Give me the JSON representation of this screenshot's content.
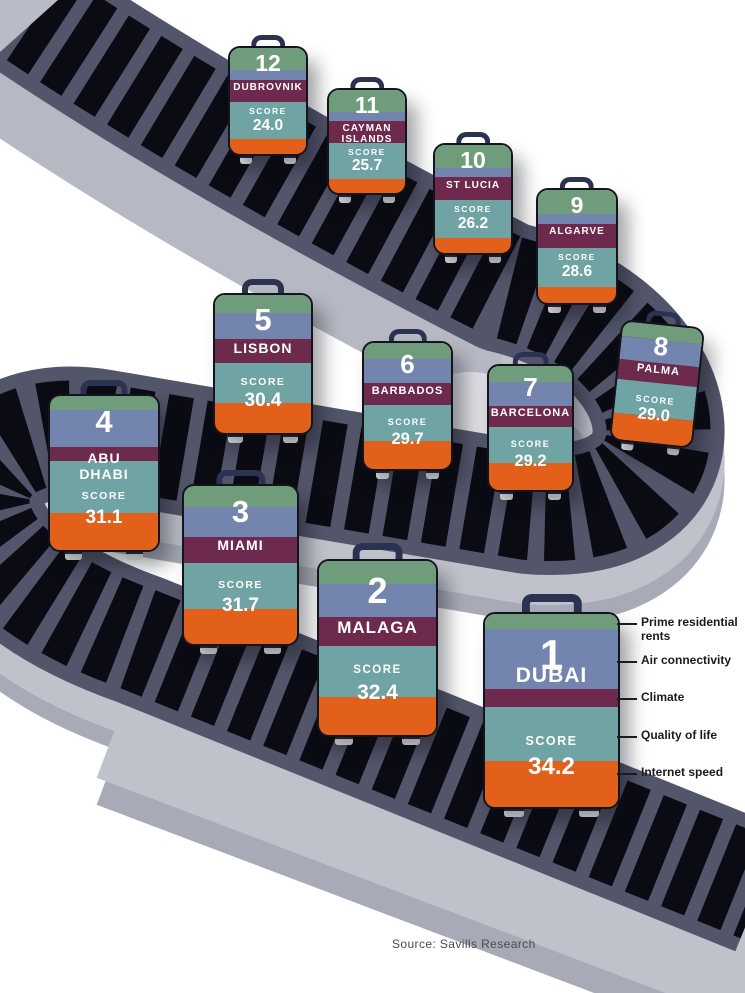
{
  "cases": [
    {
      "rank": "1",
      "city": "DUBAI",
      "score_label": "SCORE",
      "score": "34.2"
    },
    {
      "rank": "2",
      "city": "MALAGA",
      "score_label": "SCORE",
      "score": "32.4"
    },
    {
      "rank": "3",
      "city": "MIAMI",
      "score_label": "SCORE",
      "score": "31.7"
    },
    {
      "rank": "4",
      "city": "ABU DHABI",
      "score_label": "SCORE",
      "score": "31.1"
    },
    {
      "rank": "5",
      "city": "LISBON",
      "score_label": "SCORE",
      "score": "30.4"
    },
    {
      "rank": "6",
      "city": "BARBADOS",
      "score_label": "SCORE",
      "score": "29.7"
    },
    {
      "rank": "7",
      "city": "BARCELONA",
      "score_label": "SCORE",
      "score": "29.2"
    },
    {
      "rank": "8",
      "city": "PALMA",
      "score_label": "SCORE",
      "score": "29.0"
    },
    {
      "rank": "9",
      "city": "ALGARVE",
      "score_label": "SCORE",
      "score": "28.6"
    },
    {
      "rank": "10",
      "city": "ST LUCIA",
      "score_label": "SCORE",
      "score": "26.2"
    },
    {
      "rank": "11",
      "city": "CAYMAN ISLANDS",
      "score_label": "SCORE",
      "score": "25.7"
    },
    {
      "rank": "12",
      "city": "DUBROVNIK",
      "score_label": "SCORE",
      "score": "24.0"
    }
  ],
  "legend": {
    "items": [
      {
        "label": "Prime residential rents",
        "color": "#6F9C7B"
      },
      {
        "label": "Air connectivity",
        "color": "#7384AE"
      },
      {
        "label": "Climate",
        "color": "#6E2A4D"
      },
      {
        "label": "Quality of life",
        "color": "#6FA3A4"
      },
      {
        "label": "Internet speed",
        "color": "#E2601A"
      }
    ]
  },
  "source_note": "Source: Savills Research",
  "colors": {
    "stripe_green": "#6F9C7B",
    "stripe_blue": "#7384AE",
    "stripe_maroon": "#6E2A4D",
    "stripe_teal": "#6FA3A4",
    "stripe_orange": "#E2601A",
    "belt_frame": "#53556B",
    "belt_slats": "#0B0B13",
    "belt_side": "#BFC2CB",
    "handle": "#2C3352"
  },
  "chart_data": {
    "type": "bar",
    "categories": [
      "Dubai",
      "Malaga",
      "Miami",
      "Abu Dhabi",
      "Lisbon",
      "Barbados",
      "Barcelona",
      "Palma",
      "Algarve",
      "St Lucia",
      "Cayman Islands",
      "Dubrovnik"
    ],
    "ranks": [
      1,
      2,
      3,
      4,
      5,
      6,
      7,
      8,
      9,
      10,
      11,
      12
    ],
    "values": [
      34.2,
      32.4,
      31.7,
      31.1,
      30.4,
      29.7,
      29.2,
      29.0,
      28.6,
      26.2,
      25.7,
      24.0
    ],
    "ylabel": "SCORE",
    "legend_entries": [
      "Prime residential rents",
      "Air connectivity",
      "Climate",
      "Quality of life",
      "Internet speed"
    ],
    "legend_position": "right of rank-1 suitcase",
    "source": "Source: Savills Research"
  }
}
